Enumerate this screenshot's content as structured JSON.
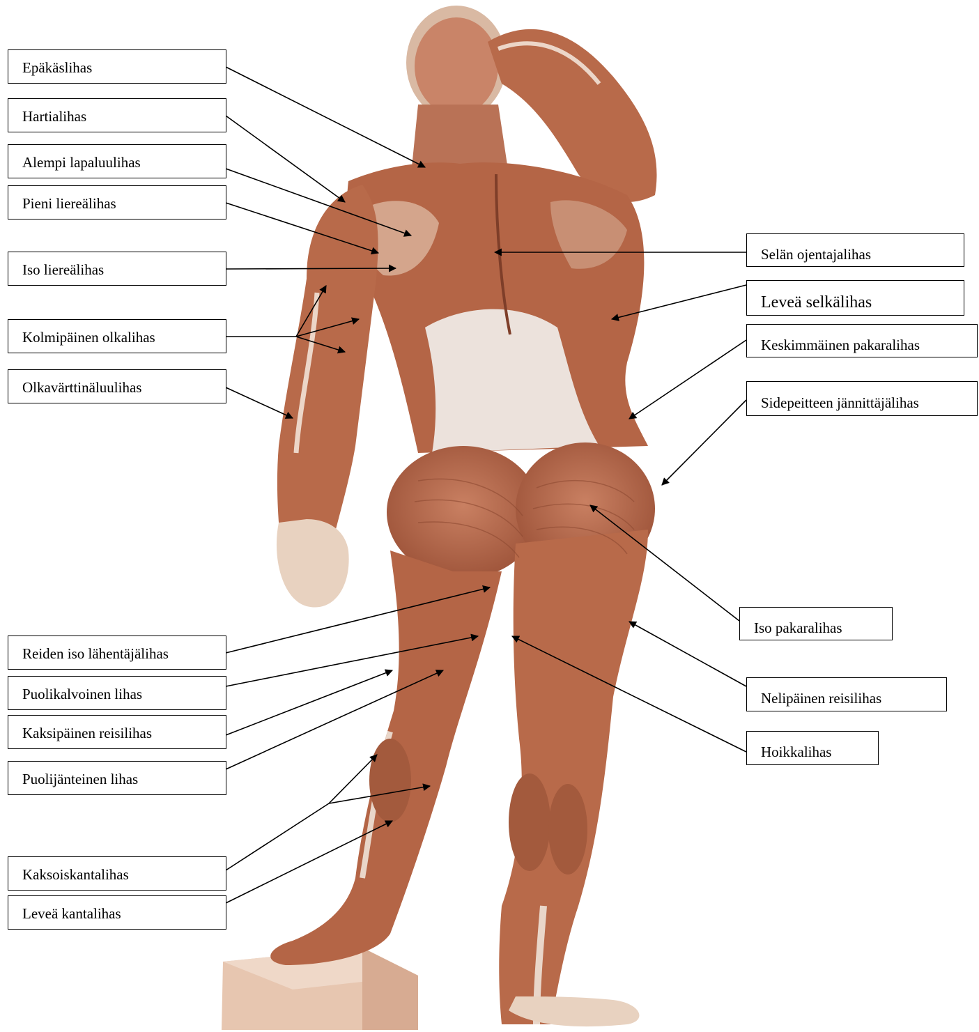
{
  "colors": {
    "skin_light": "#e8d2c0",
    "skin_shadow": "#d9b9a3",
    "muscle": "#b86a4a",
    "muscle_dark": "#8e4a32",
    "tendon": "#ece2dc",
    "pedestal": "#e7c6b0",
    "pedestal_side": "#d7ab92",
    "line": "#000000"
  },
  "labels": {
    "epakaslihas": "Epäkäslihas",
    "hartialihas": "Hartialihas",
    "alempi_lapaluulihas": "Alempi lapaluulihas",
    "pieni_liereaelihas": "Pieni liereälihas",
    "iso_liereaelihas": "Iso liereälihas",
    "kolmipainen_olkalihas": "Kolmipäinen olkalihas",
    "olkavarttinaluulihas": "Olkavärttinäluulihas",
    "reiden_iso_lahentajalihas": "Reiden iso lähentäjälihas",
    "puolikalvoinen_lihas": "Puolikalvoinen lihas",
    "kaksipainen_reisilihas": "Kaksipäinen reisilihas",
    "puolijanteinen_lihas": "Puolijänteinen lihas",
    "kaksoiskantalihas": "Kaksoiskantalihas",
    "levea_kantalihas": "Leveä kantalihas",
    "selan_ojentajalihas": "Selän ojentajalihas",
    "levea_selkalihas": "Leveä selkälihas",
    "keskimmainen_pakaralihas": "Keskimmäinen pakaralihas",
    "sidepeitteen_jannittajalihas": "Sidepeitteen jännittäjälihas",
    "iso_pakaralihas": "Iso pakaralihas",
    "nelipainen_reisilihas": "Nelipäinen reisilihas",
    "hoikkalihas": "Hoikkalihas"
  }
}
